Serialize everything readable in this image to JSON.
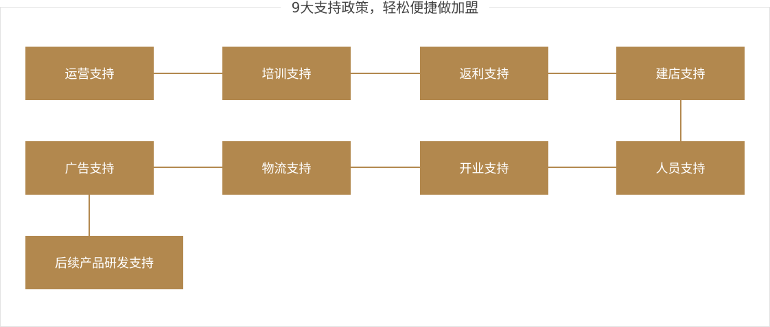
{
  "title": "9大支持政策，轻松便捷做加盟",
  "colors": {
    "box": "#b2884e",
    "connector": "#b2884e",
    "text": "#ffffff",
    "title": "#444444",
    "frame": "#e2e2e2"
  },
  "nodes": [
    {
      "id": "operation",
      "label": "运营支持"
    },
    {
      "id": "training",
      "label": "培训支持"
    },
    {
      "id": "rebate",
      "label": "返利支持"
    },
    {
      "id": "store",
      "label": "建店支持"
    },
    {
      "id": "advertising",
      "label": "广告支持"
    },
    {
      "id": "logistics",
      "label": "物流支持"
    },
    {
      "id": "opening",
      "label": "开业支持"
    },
    {
      "id": "staff",
      "label": "人员支持"
    },
    {
      "id": "product-rd",
      "label": "后续产品研发支持"
    }
  ]
}
